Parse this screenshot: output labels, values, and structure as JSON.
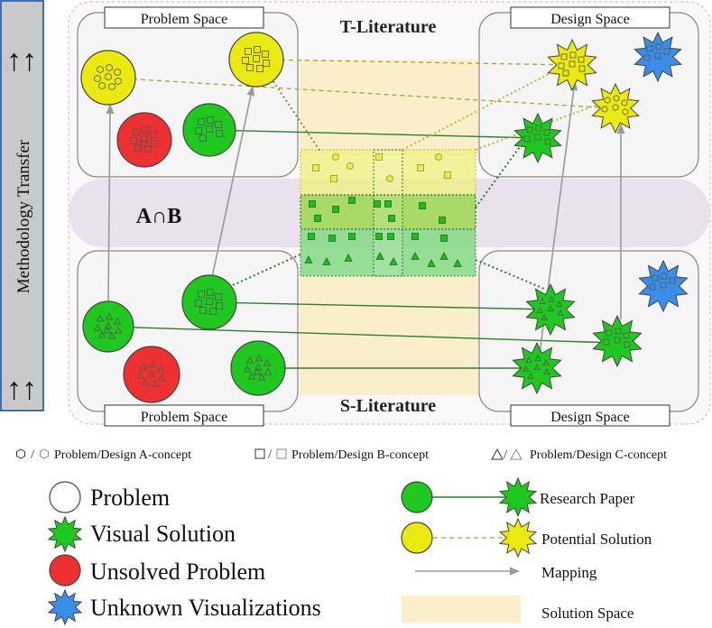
{
  "side_bar": {
    "label": "Methodology Transfer",
    "arrows_top": "↑↑",
    "arrows_bottom": "↑↑"
  },
  "top": {
    "problem_space": "Problem Space",
    "design_space": "Design Space",
    "literature": "T-Literature"
  },
  "bottom": {
    "problem_space": "Problem Space",
    "design_space": "Design Space",
    "literature": "S-Literature"
  },
  "intersection": {
    "label": "A∩B"
  },
  "concept_legend": {
    "a": "Problem/Design A-concept",
    "b": "Problem/Design B-concept",
    "c": "Problem/Design C-concept"
  },
  "legend": {
    "problem": "Problem",
    "visual_solution": "Visual Solution",
    "unsolved_problem": "Unsolved Problem",
    "unknown_visualizations": "Unknown Visualizations",
    "research_paper": "Research Paper",
    "potential_solution": "Potential Solution",
    "mapping": "Mapping",
    "solution_space": "Solution Space"
  },
  "colors": {
    "green": "#1ec81e",
    "yellow": "#eaea10",
    "red": "#ee3030",
    "blue": "#3a8ee8",
    "solution_space": "#fbeecb",
    "band": "#e9e1ee",
    "sidebar": "#c9c9c9"
  }
}
